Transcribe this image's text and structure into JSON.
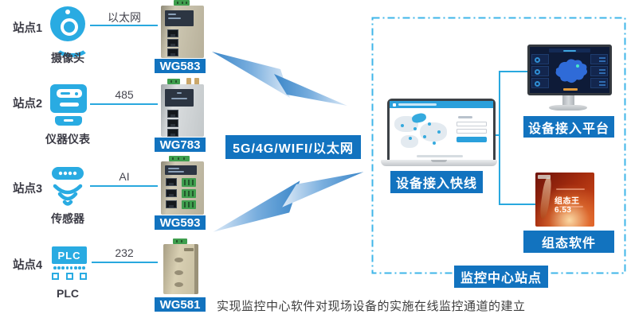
{
  "colors": {
    "accent_blue": "#1273bf",
    "cyan": "#29abe2",
    "dashed_border": "#3fb6e8",
    "bolt_blue": "#3a86c8"
  },
  "sites": [
    {
      "site": "站点1",
      "device": "摄像头",
      "link": "以太网",
      "gateway": "WG583",
      "icon": "webcam-icon"
    },
    {
      "site": "站点2",
      "device": "仪器仪表",
      "link": "485",
      "gateway": "WG783",
      "icon": "meter-icon"
    },
    {
      "site": "站点3",
      "device": "传感器",
      "link": "AI",
      "gateway": "WG593",
      "icon": "sensor-icon"
    },
    {
      "site": "站点4",
      "device": "PLC",
      "link": "232",
      "gateway": "WG581",
      "icon": "plc-icon",
      "icon_text": "PLC"
    }
  ],
  "network_label": "5G/4G/WIFI/以太网",
  "monitoring_center": {
    "laptop_label": "设备接入快线",
    "platform_label": "设备接入平台",
    "scada_label": "组态软件",
    "scada_title": "组态王6.53",
    "box_label": "监控中心站点"
  },
  "caption": "实现监控中心软件对现场设备的实施在线监控通道的建立"
}
